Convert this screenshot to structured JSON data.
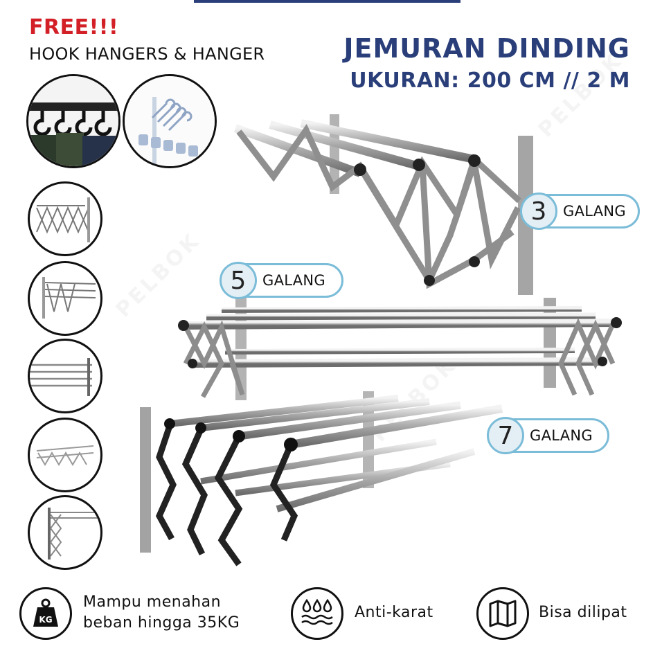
{
  "promo": {
    "free": "FREE!!!",
    "subtitle": "HOOK HANGERS & HANGER"
  },
  "header": {
    "title": "JEMURAN DINDING",
    "size": "UKURAN: 200 CM // 2 M"
  },
  "variants": [
    {
      "number": "3",
      "label": "GALANG"
    },
    {
      "number": "5",
      "label": "GALANG"
    },
    {
      "number": "7",
      "label": "GALANG"
    }
  ],
  "features": [
    {
      "line1": "Mampu menahan",
      "line2": "beban hingga 35KG",
      "icon": "weight-kg-icon",
      "icon_text": "KG"
    },
    {
      "line1": "Anti-karat",
      "icon": "water-resistant-icon"
    },
    {
      "line1": "Bisa dilipat",
      "icon": "foldable-map-icon"
    }
  ],
  "watermark": "PELBOK",
  "colors": {
    "title_blue": "#2a3f7a",
    "free_red": "#d32027",
    "badge_border": "#7bbcd8",
    "badge_fill": "#e4eff5"
  }
}
